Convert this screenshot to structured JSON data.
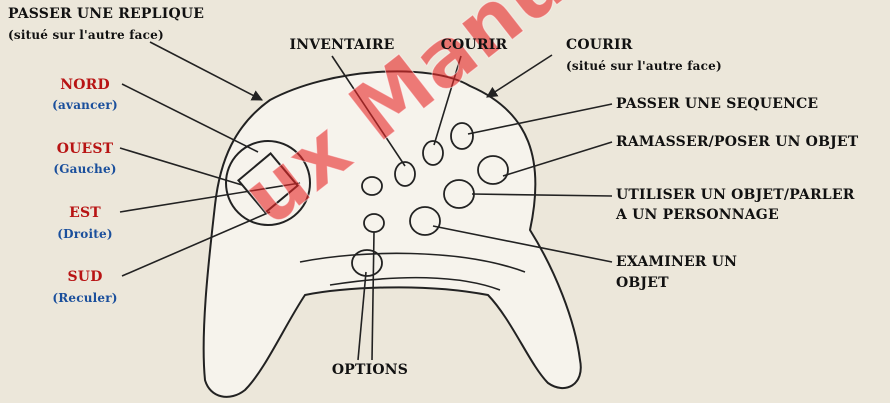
{
  "labels": {
    "passer_replique": "PASSER UNE REPLIQUE",
    "passer_replique_note": "(situé sur l'autre face)",
    "inventaire": "INVENTAIRE",
    "courir_top": "COURIR",
    "courir_right": "COURIR",
    "courir_right_note": "(situé sur l'autre face)",
    "nord": "NORD",
    "nord_sub": "(avancer)",
    "ouest": "OUEST",
    "ouest_sub": "(Gauche)",
    "est": "EST",
    "est_sub": "(Droite)",
    "sud": "SUD",
    "sud_sub": "(Reculer)",
    "passer_sequence": "PASSER UNE SEQUENCE",
    "ramasser": "RAMASSER/POSER UN OBJET",
    "utiliser_line1": "UTILISER UN OBJET/PARLER",
    "utiliser_line2": "A UN PERSONNAGE",
    "examiner_line1": "EXAMINER UN",
    "examiner_line2": "OBJET",
    "options": "OPTIONS"
  },
  "watermark": "ux Manuel",
  "colors": {
    "direction": "#b81414",
    "direction_sub": "#1a4f9c",
    "watermark": "#e82828",
    "outline": "#222222"
  }
}
